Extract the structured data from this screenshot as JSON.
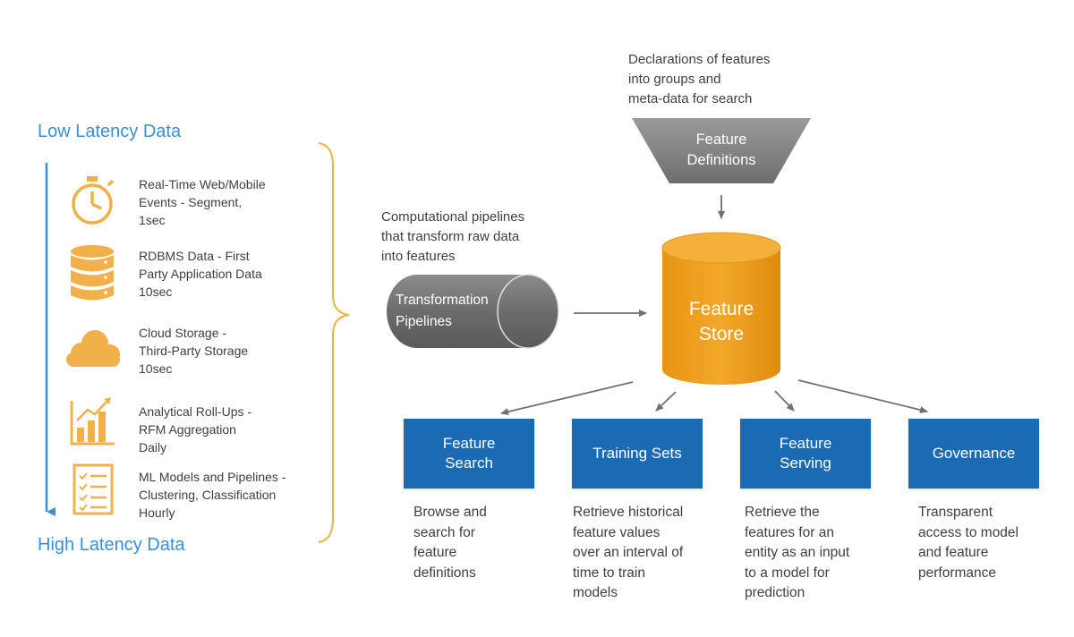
{
  "left_panel": {
    "top_label": "Low Latency Data",
    "bottom_label": "High Latency Data",
    "sources": [
      {
        "icon": "stopwatch-icon",
        "lines": [
          "Real-Time Web/Mobile",
          "Events - Segment,",
          "1sec"
        ]
      },
      {
        "icon": "database-icon",
        "lines": [
          "RDBMS Data - First",
          "Party Application Data",
          "10sec"
        ]
      },
      {
        "icon": "cloud-icon",
        "lines": [
          "Cloud Storage -",
          "Third-Party Storage",
          "10sec"
        ]
      },
      {
        "icon": "bar-chart-icon",
        "lines": [
          "Analytical Roll-Ups -",
          "RFM Aggregation",
          "Daily"
        ]
      },
      {
        "icon": "checklist-icon",
        "lines": [
          "ML Models and Pipelines -",
          "Clustering, Classification",
          "Hourly"
        ]
      }
    ]
  },
  "feature_definitions": {
    "note_lines": [
      "Declarations of features",
      "into groups and",
      "meta-data for search"
    ],
    "label_lines": [
      "Feature",
      "Definitions"
    ]
  },
  "transformation": {
    "note_lines": [
      "Computational pipelines",
      "that transform raw data",
      "into features"
    ],
    "label_lines": [
      "Transformation",
      "Pipelines"
    ]
  },
  "feature_store": {
    "label_lines": [
      "Feature",
      "Store"
    ]
  },
  "outputs": [
    {
      "label_lines": [
        "Feature",
        "Search"
      ],
      "desc_lines": [
        "Browse and",
        "search for",
        "feature",
        "definitions"
      ]
    },
    {
      "label_lines": [
        "Training Sets"
      ],
      "desc_lines": [
        "Retrieve historical",
        "feature values",
        "over an interval of",
        "time to train",
        "models"
      ]
    },
    {
      "label_lines": [
        "Feature",
        "Serving"
      ],
      "desc_lines": [
        "Retrieve the",
        "features for an",
        "entity as an input",
        "to a model for",
        "prediction"
      ]
    },
    {
      "label_lines": [
        "Governance"
      ],
      "desc_lines": [
        "Transparent",
        "access to model",
        "and feature",
        "performance"
      ]
    }
  ],
  "colors": {
    "accent_blue": "#3a8fd6",
    "box_blue": "#1a6bb3",
    "feature_store_orange": "#f0a020",
    "icon_orange": "#f2b04a",
    "gray_shape": "#7a7a7a",
    "arrow_gray": "#707070"
  }
}
